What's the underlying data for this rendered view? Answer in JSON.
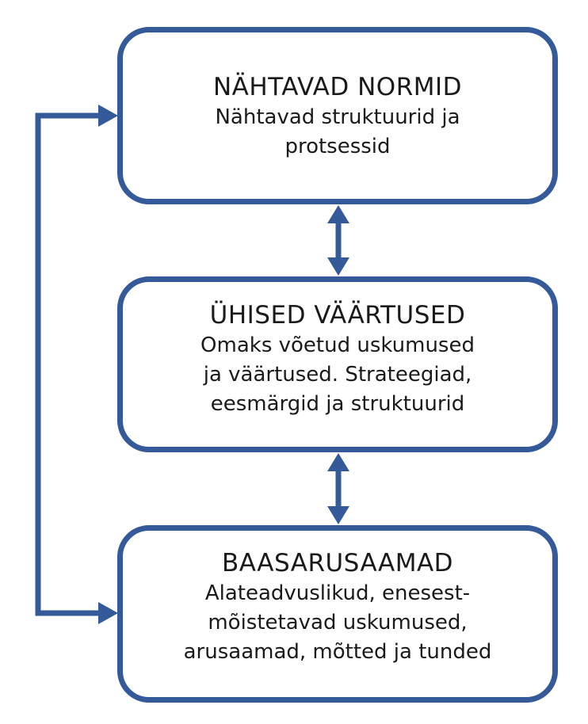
{
  "colors": {
    "accent": "#345a9a",
    "text": "#1a1a1a",
    "background": "#ffffff"
  },
  "boxes": {
    "top": {
      "title": "NÄHTAVAD NORMID",
      "lines": [
        "Nähtavad struktuurid ja",
        "protsessid"
      ]
    },
    "middle": {
      "title": "ÜHISED VÄÄRTUSED",
      "lines": [
        "Omaks võetud uskumused",
        "ja väärtused. Strateegiad,",
        "eesmärgid ja struktuurid"
      ]
    },
    "bottom": {
      "title": "BAASARUSAAMAD",
      "lines": [
        "Alateadvuslikud, enesest-",
        "mõistetavad uskumused,",
        "arusaamad, mõtted ja tunded"
      ]
    }
  }
}
